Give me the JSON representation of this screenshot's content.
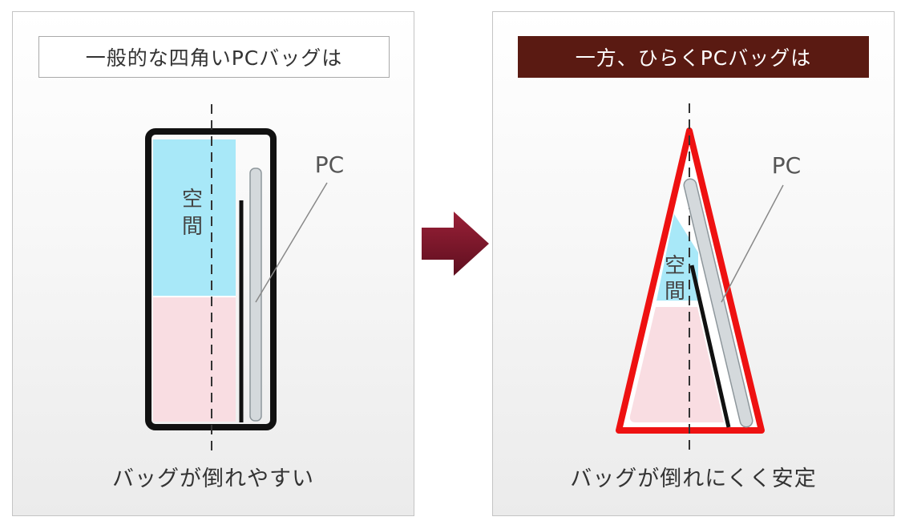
{
  "left_panel": {
    "title": "一般的な四角いPCバッグは",
    "space_label": "空間",
    "pc_label": "PC",
    "caption": "バッグが倒れやすい"
  },
  "right_panel": {
    "title": "一方、ひらくPCバッグは",
    "space_label": "空間",
    "pc_label": "PC",
    "caption": "バッグが倒れにくく安定"
  },
  "colors": {
    "space_blue": "#a8e8f8",
    "pink_fill": "#f9dde2",
    "bag_outline_left": "#111111",
    "bag_outline_right": "#ee1111",
    "pc_gray": "#d4d9dc",
    "header_dark": "#5a1a12",
    "arrow": "#7a1428"
  }
}
